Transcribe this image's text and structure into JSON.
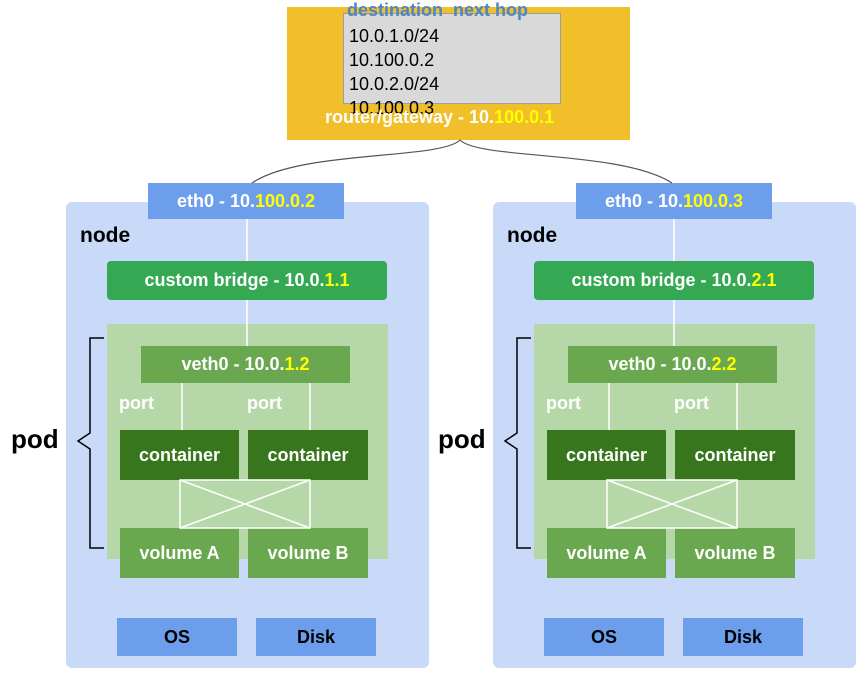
{
  "router": {
    "header_destination": "destination",
    "header_next_hop": "next hop",
    "routes": [
      "10.0.1.0/24",
      "10.100.0.2",
      "10.0.2.0/24",
      "10.100.0.3"
    ],
    "label_prefix": "router/gateway - 10.",
    "label_highlight": "100.0.1"
  },
  "nodes": [
    {
      "eth_prefix": "eth0 - 10.",
      "eth_highlight": "100.0.2",
      "label": "node",
      "bridge_prefix": "custom bridge - 10.0.",
      "bridge_highlight": "1.1",
      "veth_prefix": "veth0 - 10.0.",
      "veth_highlight": "1.2",
      "ports": [
        "port",
        "port"
      ],
      "containers": [
        "container",
        "container"
      ],
      "volumes": [
        "volume A",
        "volume B"
      ],
      "pod_label": "pod",
      "os_label": "OS",
      "disk_label": "Disk"
    },
    {
      "eth_prefix": "eth0 - 10.",
      "eth_highlight": "100.0.3",
      "label": "node",
      "bridge_prefix": "custom bridge - 10.0.",
      "bridge_highlight": "2.1",
      "veth_prefix": "veth0 - 10.0.",
      "veth_highlight": "2.2",
      "ports": [
        "port",
        "port"
      ],
      "containers": [
        "container",
        "container"
      ],
      "volumes": [
        "volume A",
        "volume B"
      ],
      "pod_label": "pod",
      "os_label": "OS",
      "disk_label": "Disk"
    }
  ],
  "colors": {
    "router": "#f0bf2a",
    "node": "#c9daf8",
    "eth": "#6d9eeb",
    "bridge": "#34a853",
    "pod_area": "#b6d7a8",
    "container": "#38761d",
    "volume": "#6aa84f",
    "highlight": "#ffff00"
  }
}
